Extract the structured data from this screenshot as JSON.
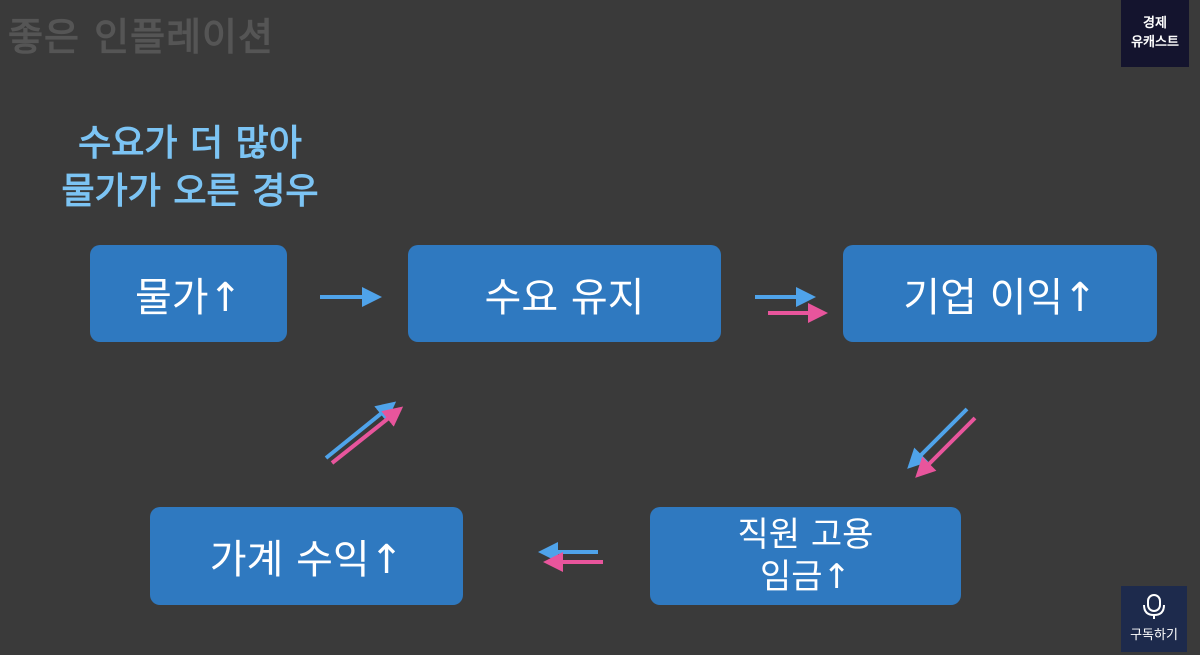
{
  "title": "좋은 인플레이션",
  "channel": {
    "line1": "경제",
    "line2": "유캐스트"
  },
  "caption": {
    "line1": "수요가 더 많아",
    "line2": "물가가 오른 경우"
  },
  "nodes": {
    "price": "물가↑",
    "demand": "수요 유지",
    "profit": "기업 이익↑",
    "employment_line1": "직원 고용",
    "employment_line2": "임금↑",
    "income": "가계 수익↑"
  },
  "subscribe": {
    "label": "구독하기",
    "icon": "microphone-icon"
  },
  "colors": {
    "background": "#3a3a3a",
    "node_fill": "#2f79c0",
    "arrow_blue": "#4fa3ea",
    "arrow_pink": "#e8559c",
    "caption_text": "#7cc4f4"
  }
}
